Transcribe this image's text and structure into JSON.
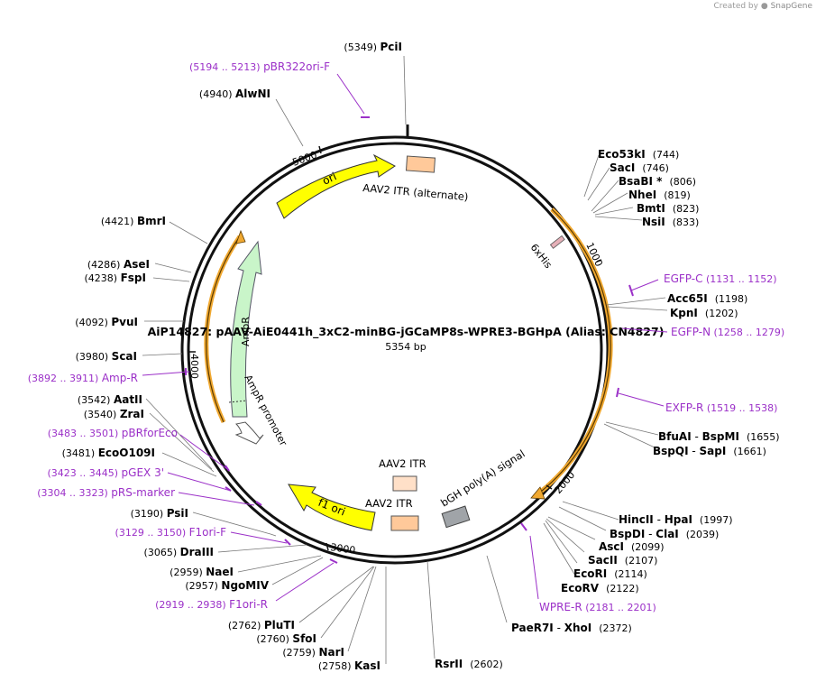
{
  "watermark": {
    "prefix": "Created by",
    "brand": "SnapGene"
  },
  "map": {
    "title": "AiP14827: pAAV-AiE0441h_3xC2-minBG-jGCaMP8s-WPRE3-BGHpA  (Alias: CN4827)",
    "size_label": "5354 bp",
    "total_bp": 5354,
    "ticks": [
      "1000",
      "2000",
      "3000",
      "4000",
      "5000"
    ]
  },
  "colors": {
    "backbone": "#111111",
    "enzyme_text": "#000000",
    "primer": "#9b30c8",
    "yellow_feature": "#ffff00",
    "itr": "#ffc99a",
    "ampr": "#c9f5c9",
    "cds_outline": "#f0a830",
    "gray_feature": "#a0a4a8"
  },
  "features": [
    {
      "name": "ori",
      "label": "ori",
      "type": "yellow-arrow"
    },
    {
      "name": "aav2-itr-alternate",
      "label": "AAV2 ITR (alternate)",
      "type": "box"
    },
    {
      "name": "6xhis",
      "label": "6xHis",
      "type": "small-box"
    },
    {
      "name": "bgh-polya",
      "label": "bGH poly(A) signal",
      "type": "gray-box"
    },
    {
      "name": "aav2-itr-inner",
      "label": "AAV2 ITR",
      "type": "box"
    },
    {
      "name": "aav2-itr",
      "label": "AAV2 ITR",
      "type": "box"
    },
    {
      "name": "f1-ori",
      "label": "f1 ori",
      "type": "yellow-arrow"
    },
    {
      "name": "ampr",
      "label": "AmpR",
      "type": "green-arrow"
    },
    {
      "name": "ampr-promoter",
      "label": "AmpR promoter",
      "type": "white-arrow"
    }
  ],
  "enzymes_right": [
    {
      "names": [
        "Eco53kI"
      ],
      "pos": "(744)"
    },
    {
      "names": [
        "SacI"
      ],
      "pos": "(746)"
    },
    {
      "names": [
        "BsaBI *"
      ],
      "pos": "(806)"
    },
    {
      "names": [
        "NheI"
      ],
      "pos": "(819)"
    },
    {
      "names": [
        "BmtI"
      ],
      "pos": "(823)"
    },
    {
      "names": [
        "NsiI"
      ],
      "pos": "(833)"
    },
    {
      "names": [
        "Acc65I"
      ],
      "pos": "(1198)"
    },
    {
      "names": [
        "KpnI"
      ],
      "pos": "(1202)"
    },
    {
      "names": [
        "BfuAI",
        "BspMI"
      ],
      "pos": "(1655)"
    },
    {
      "names": [
        "BspQI",
        "SapI"
      ],
      "pos": "(1661)"
    },
    {
      "names": [
        "HincII",
        "HpaI"
      ],
      "pos": "(1997)"
    },
    {
      "names": [
        "BspDI",
        "ClaI"
      ],
      "pos": "(2039)"
    },
    {
      "names": [
        "AscI"
      ],
      "pos": "(2099)"
    },
    {
      "names": [
        "SacII"
      ],
      "pos": "(2107)"
    },
    {
      "names": [
        "EcoRI"
      ],
      "pos": "(2114)"
    },
    {
      "names": [
        "EcoRV"
      ],
      "pos": "(2122)"
    },
    {
      "names": [
        "PaeR7I",
        "XhoI"
      ],
      "pos": "(2372)"
    },
    {
      "names": [
        "RsrII"
      ],
      "pos": "(2602)"
    }
  ],
  "enzymes_left": [
    {
      "names": [
        "PciI"
      ],
      "pos": "(5349)"
    },
    {
      "names": [
        "AlwNI"
      ],
      "pos": "(4940)"
    },
    {
      "names": [
        "BmrI"
      ],
      "pos": "(4421)"
    },
    {
      "names": [
        "AseI"
      ],
      "pos": "(4286)"
    },
    {
      "names": [
        "FspI"
      ],
      "pos": "(4238)"
    },
    {
      "names": [
        "PvuI"
      ],
      "pos": "(4092)"
    },
    {
      "names": [
        "ScaI"
      ],
      "pos": "(3980)"
    },
    {
      "names": [
        "AatII"
      ],
      "pos": "(3542)"
    },
    {
      "names": [
        "ZraI"
      ],
      "pos": "(3540)"
    },
    {
      "names": [
        "EcoO109I"
      ],
      "pos": "(3481)"
    },
    {
      "names": [
        "PsiI"
      ],
      "pos": "(3190)"
    },
    {
      "names": [
        "DraIII"
      ],
      "pos": "(3065)"
    },
    {
      "names": [
        "NaeI"
      ],
      "pos": "(2959)"
    },
    {
      "names": [
        "NgoMIV"
      ],
      "pos": "(2957)"
    },
    {
      "names": [
        "PluTI"
      ],
      "pos": "(2762)"
    },
    {
      "names": [
        "SfoI"
      ],
      "pos": "(2760)"
    },
    {
      "names": [
        "NarI"
      ],
      "pos": "(2759)"
    },
    {
      "names": [
        "KasI"
      ],
      "pos": "(2758)"
    }
  ],
  "primers": [
    {
      "name": "pBR322ori-F",
      "range": "(5194 .. 5213)"
    },
    {
      "name": "EGFP-C",
      "range": "(1131 .. 1152)"
    },
    {
      "name": "EGFP-N",
      "range": "(1258 .. 1279)"
    },
    {
      "name": "EXFP-R",
      "range": "(1519 .. 1538)"
    },
    {
      "name": "WPRE-R",
      "range": "(2181 .. 2201)"
    },
    {
      "name": "F1ori-R",
      "range": "(2919 .. 2938)"
    },
    {
      "name": "F1ori-F",
      "range": "(3129 .. 3150)"
    },
    {
      "name": "pRS-marker",
      "range": "(3304 .. 3323)"
    },
    {
      "name": "pGEX 3'",
      "range": "(3423 .. 3445)"
    },
    {
      "name": "pBRforEco",
      "range": "(3483 .. 3501)"
    },
    {
      "name": "Amp-R",
      "range": "(3892 .. 3911)"
    }
  ]
}
